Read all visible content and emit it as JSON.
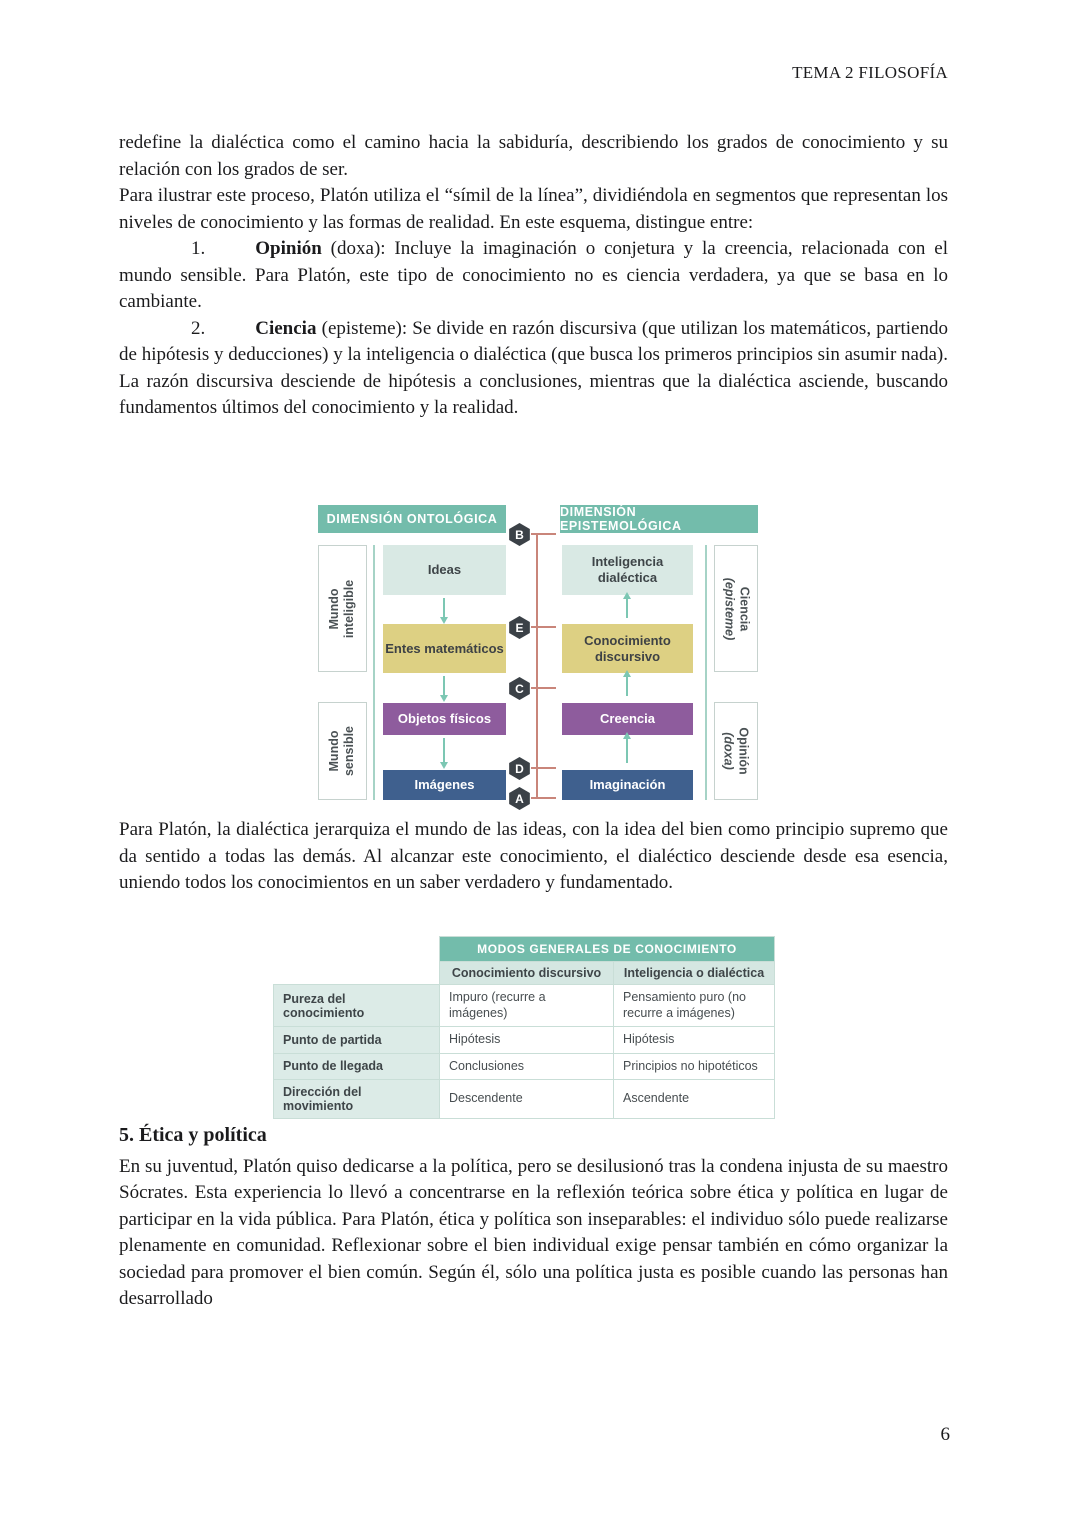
{
  "page": {
    "header": "TEMA 2 FILOSOFÍA",
    "page_number": "6"
  },
  "paragraphs": {
    "p1": "redefine la dialéctica como el camino hacia la sabiduría, describiendo los grados de conocimiento y su relación con los grados de ser.",
    "p2": "Para ilustrar este proceso, Platón utiliza el “símil de la línea”, dividiéndola en segmentos que representan los niveles de conocimiento y las formas de realidad. En este esquema, distingue entre:",
    "p3": "Para Platón, la dialéctica jerarquiza el mundo de las ideas, con la idea del bien como principio supremo que da sentido a todas las demás. Al alcanzar este conocimiento, el dialéctico desciende desde esa esencia, uniendo todos los conocimientos en un saber verdadero y fundamentado."
  },
  "list": {
    "item1": {
      "num": "1.",
      "term": "Opinión",
      "rest": " (doxa): Incluye la imaginación o conjetura y la creencia, relacionada con el mundo sensible. Para Platón, este tipo de conocimiento no es ciencia verdadera, ya que se basa en lo cambiante."
    },
    "item2": {
      "num": "2.",
      "term": "Ciencia",
      "rest": " (episteme): Se divide en razón discursiva (que utilizan los matemáticos, partiendo de hipótesis y deducciones) y la inteligencia o dialéctica (que busca los primeros principios sin asumir nada). La razón discursiva desciende de hipótesis a conclusiones, mientras que la dialéctica asciende, buscando fundamentos últimos del conocimiento y la realidad."
    }
  },
  "diagram": {
    "headers": {
      "left": "DIMENSIÓN ONTOLÓGICA",
      "right": "DIMENSIÓN EPISTEMOLÓGICA"
    },
    "side_labels": {
      "left_top": {
        "line1": "Mundo",
        "line2": "inteligible"
      },
      "left_bottom": {
        "line1": "Mundo",
        "line2": "sensible"
      },
      "right_top": {
        "line1": "Ciencia",
        "line2": "(episteme)"
      },
      "right_bottom": {
        "line1": "Opinión",
        "line2": "(doxa)"
      }
    },
    "left_column": [
      "Ideas",
      "Entes matemáticos",
      "Objetos físicos",
      "Imágenes"
    ],
    "right_column": [
      "Inteligencia dialéctica",
      "Conocimiento discursivo",
      "Creencia",
      "Imaginación"
    ],
    "badges": [
      "B",
      "E",
      "C",
      "D",
      "A"
    ],
    "colors": {
      "teal_header": "#73bcab",
      "mint_box": "#d9e9e4",
      "khaki_box": "#ddd083",
      "purple_box": "#8e5c9d",
      "blue_box": "#3f608e",
      "arrow": "#7cc7b3",
      "divider_line": "#c9857a",
      "badge": "#3b4147"
    }
  },
  "table": {
    "title": "MODOS GENERALES DE CONOCIMIENTO",
    "col_headers": [
      "Conocimiento discursivo",
      "Inteligencia o dialéctica"
    ],
    "rows": [
      {
        "label": "Pureza del conocimiento",
        "c1": "Impuro (recurre a imágenes)",
        "c2": "Pensamiento puro (no recurre a imágenes)"
      },
      {
        "label": "Punto de partida",
        "c1": "Hipótesis",
        "c2": "Hipótesis"
      },
      {
        "label": "Punto de llegada",
        "c1": "Conclusiones",
        "c2": "Principios no hipotéticos"
      },
      {
        "label": "Dirección del movimiento",
        "c1": "Descendente",
        "c2": "Ascendente"
      }
    ]
  },
  "section5": {
    "heading": "5. Ética y política",
    "body": "En su juventud, Platón quiso dedicarse a la política, pero se desilusionó tras la condena injusta de su maestro Sócrates. Esta experiencia lo llevó a concentrarse en la reflexión teórica sobre ética y política en lugar de participar en la vida pública. Para Platón, ética y política son inseparables: el individuo sólo puede realizarse plenamente en comunidad. Reflexionar sobre el bien individual exige pensar también en cómo organizar la sociedad para promover el bien común. Según él, sólo una política justa es posible cuando las personas han desarrollado"
  }
}
